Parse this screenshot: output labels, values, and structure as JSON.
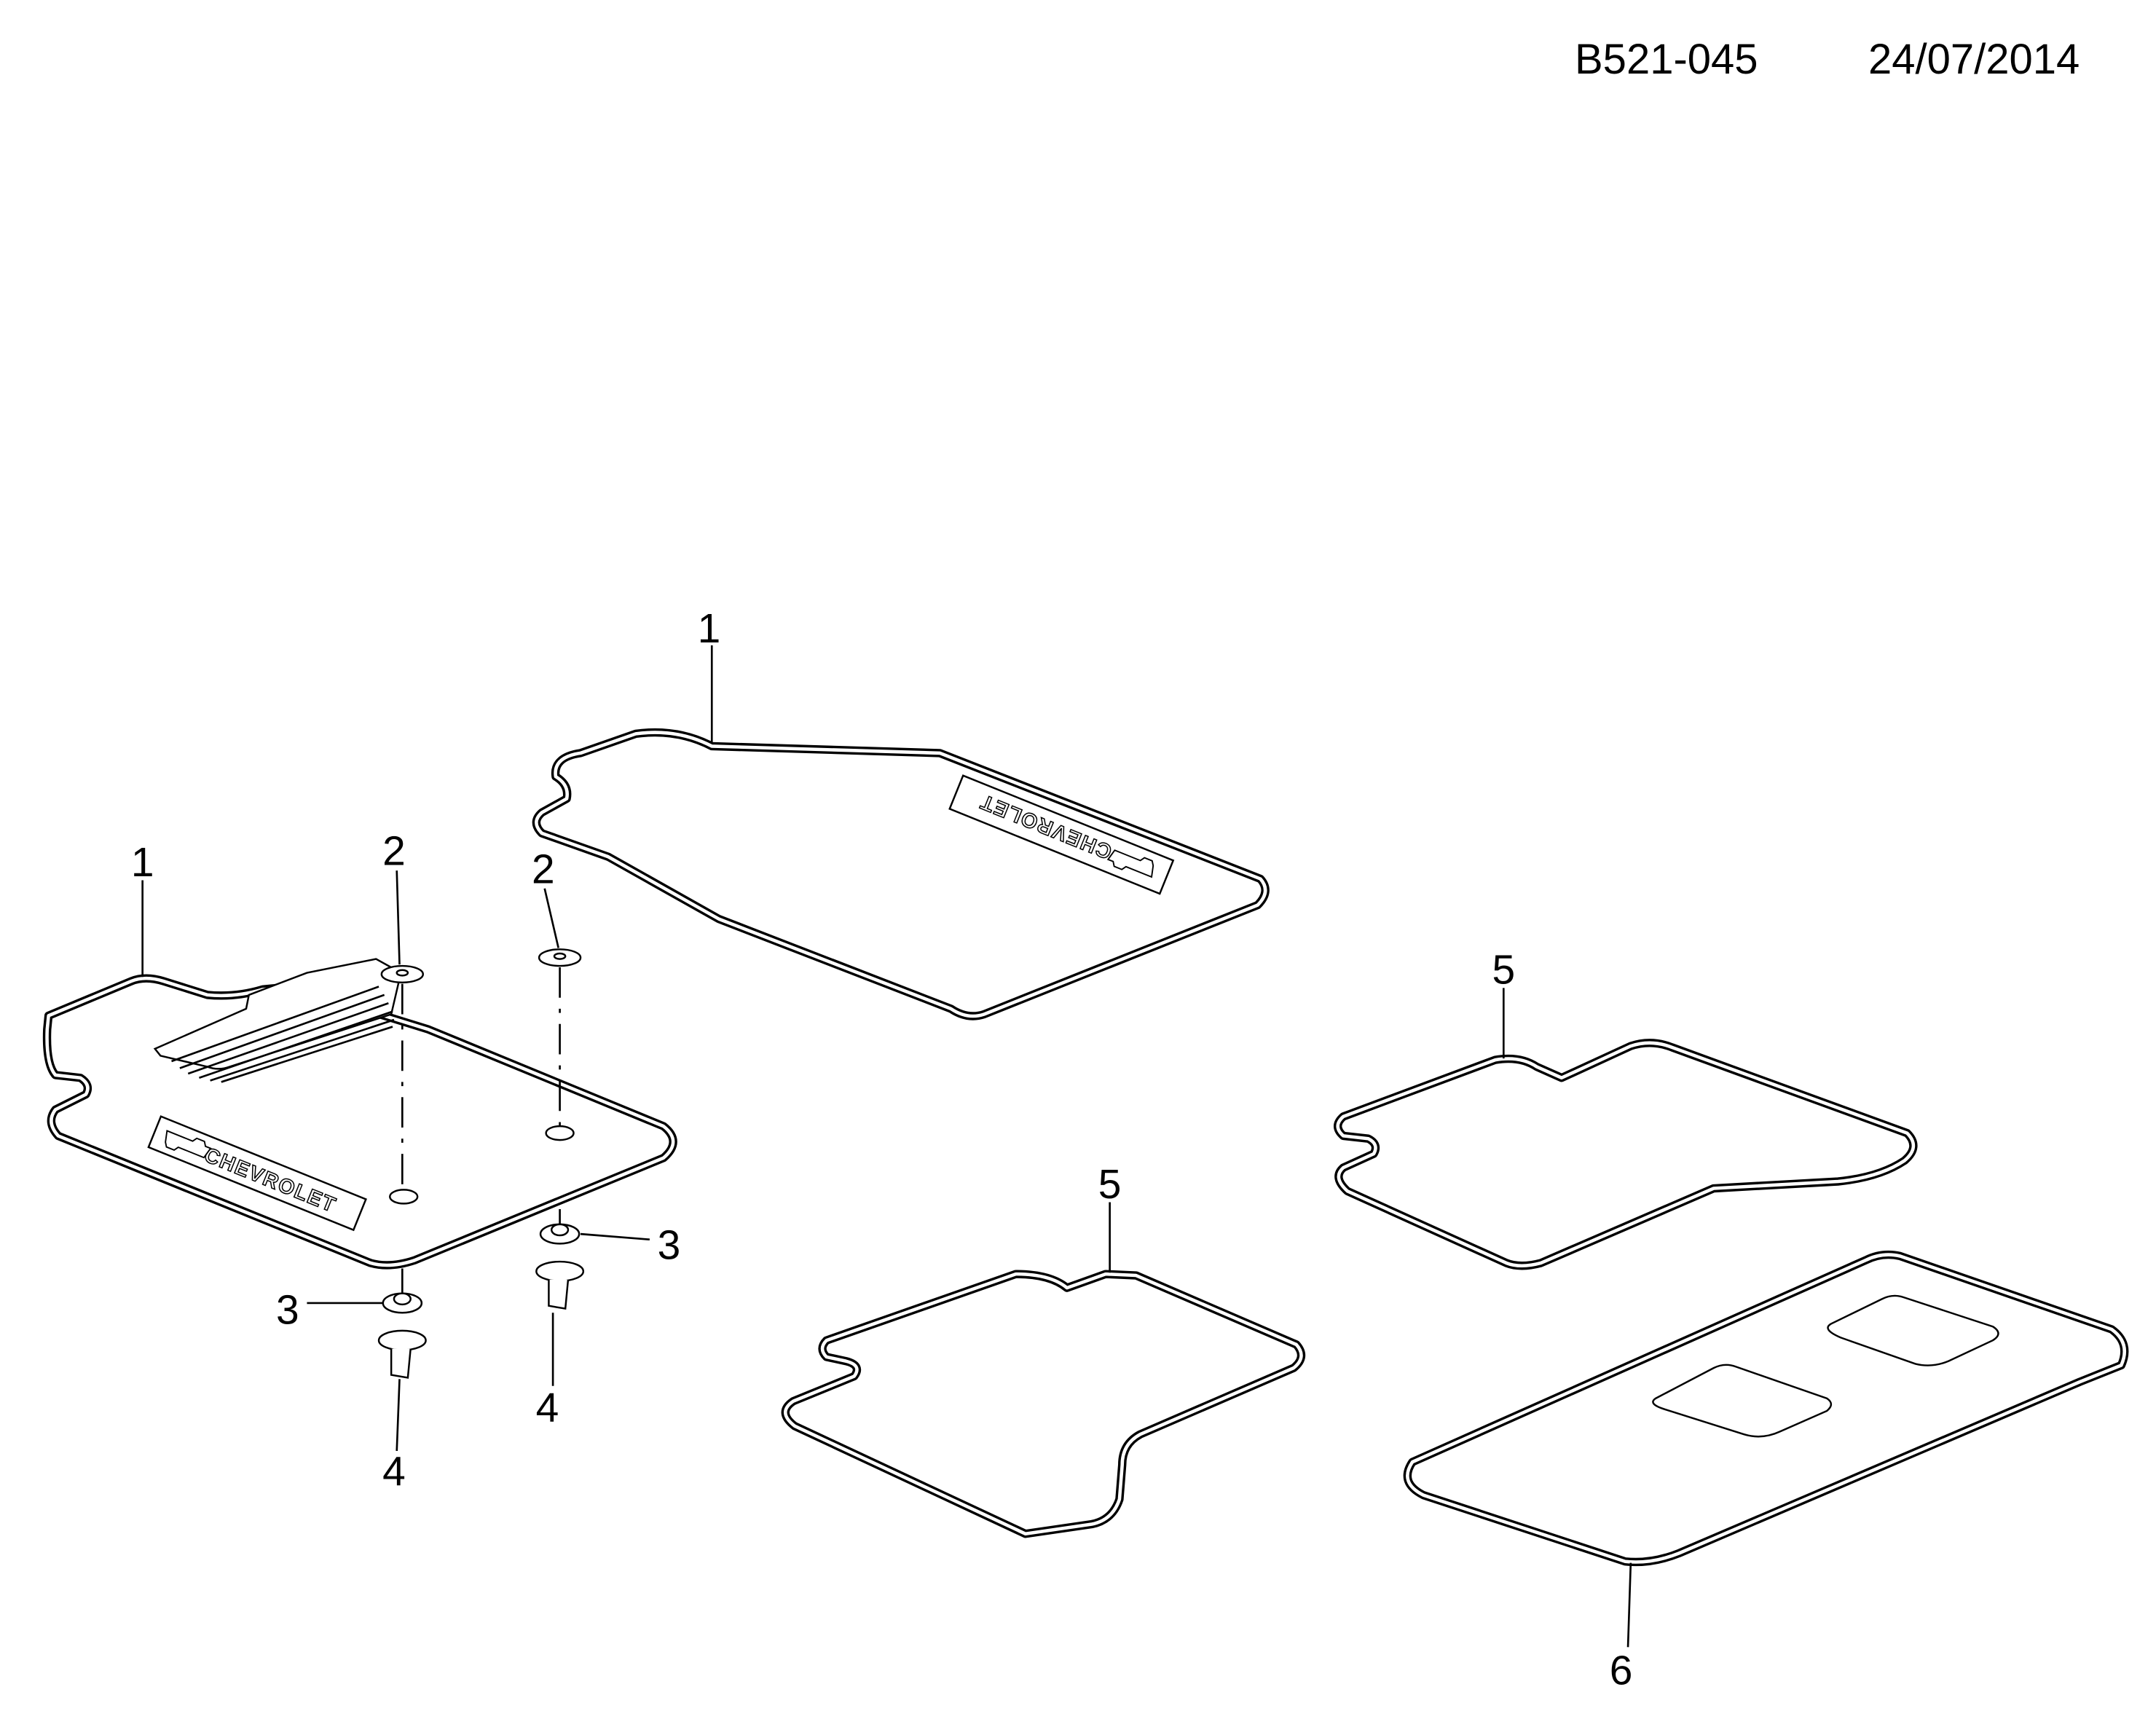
{
  "header": {
    "diagram_code": "B521-045",
    "date": "24/07/2014"
  },
  "callouts": {
    "front_mat_right": "1",
    "front_mat_left": "1",
    "grommet_left": "2",
    "grommet_right": "2",
    "retainer_right": "3",
    "retainer_left": "3",
    "fastener_right": "4",
    "fastener_left": "4",
    "rear_mat_lower": "5",
    "rear_mat_upper": "5",
    "rear_center_mat": "6"
  },
  "mat_logo": {
    "text": "CHEVROLET"
  }
}
